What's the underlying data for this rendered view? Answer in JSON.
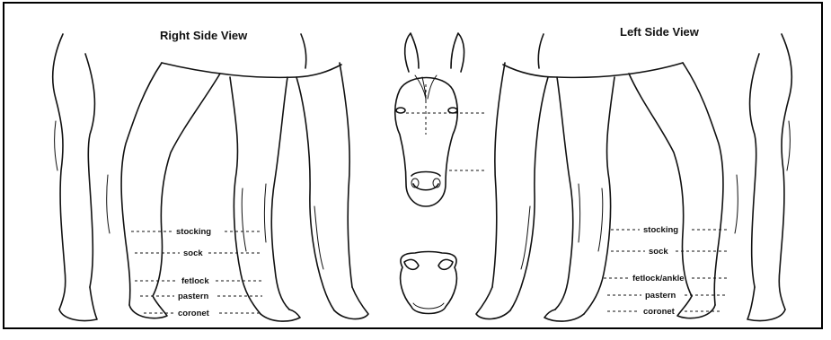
{
  "titles": {
    "right": "Right Side View",
    "left": "Left Side View"
  },
  "labels": {
    "right": {
      "stocking": "stocking",
      "sock": "sock",
      "fetlock": "fetlock",
      "pastern": "pastern",
      "coronet": "coronet"
    },
    "left": {
      "stocking": "stocking",
      "sock": "sock",
      "fetlock": "fetlock/ankle",
      "pastern": "pastern",
      "coronet": "coronet"
    }
  }
}
